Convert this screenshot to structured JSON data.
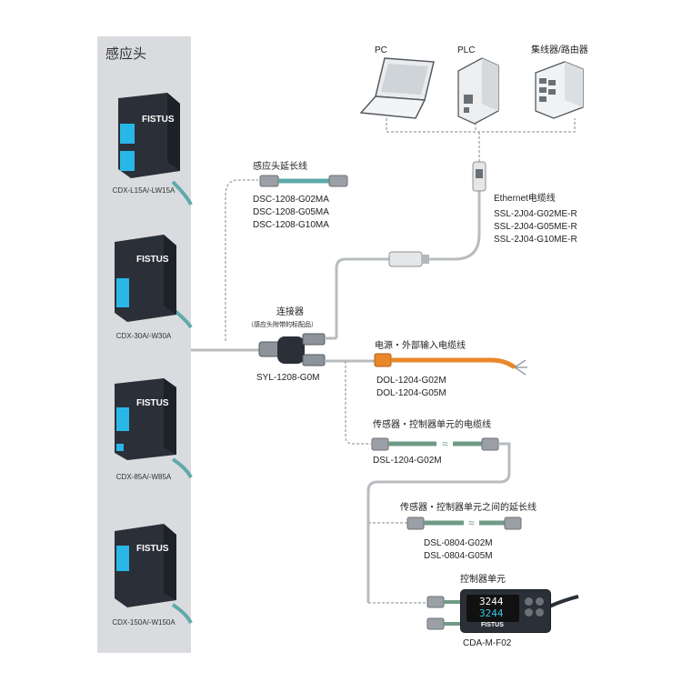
{
  "sensor_panel": {
    "title": "感应头",
    "sensors": [
      {
        "model": "CDX-L15A/-LW15A",
        "brand": "FISTUS"
      },
      {
        "model": "CDX-30A/-W30A",
        "brand": "FISTUS"
      },
      {
        "model": "CDX-85A/-W85A",
        "brand": "FISTUS"
      },
      {
        "model": "CDX-150A/-W150A",
        "brand": "FISTUS"
      }
    ]
  },
  "devices": {
    "pc": "PC",
    "plc": "PLC",
    "hub": "集线器/路由器"
  },
  "ethernet_cable": {
    "title": "Ethernet电缆线",
    "models": [
      "SSL-2J04-G02ME-R",
      "SSL-2J04-G05ME-R",
      "SSL-2J04-G10ME-R"
    ]
  },
  "sensor_extension": {
    "title": "感应头延长线",
    "models": [
      "DSC-1208-G02MA",
      "DSC-1208-G05MA",
      "DSC-1208-G10MA"
    ]
  },
  "connector": {
    "title": "连接器",
    "note": "（感应头附带的标配品）",
    "model": "SYL-1208-G0M"
  },
  "power_cable": {
    "title": "电源・外部输入电缆线",
    "models": [
      "DOL-1204-G02M",
      "DOL-1204-G05M"
    ]
  },
  "sensor_controller_cable": {
    "title": "传感器・控制器单元的电缆线",
    "model": "DSL-1204-G02M"
  },
  "controller_extension": {
    "title": "传感器・控制器单元之间的延长线",
    "models": [
      "DSL-0804-G02M",
      "DSL-0804-G05M"
    ]
  },
  "controller": {
    "title": "控制器单元",
    "model": "CDA-M-F02",
    "brand": "FISTUS",
    "display_top": "3244",
    "display_bottom": "3244"
  },
  "colors": {
    "teal_cable": "#5fa9aa",
    "orange_cable": "#e8882a",
    "green_cable": "#6f9b86",
    "dashed_line": "#a9b0b5",
    "gray_line": "#b8bcbf",
    "sensor_body": "#2b3038",
    "sensor_window": "#29b7e8",
    "panel": "#d9dbde"
  }
}
